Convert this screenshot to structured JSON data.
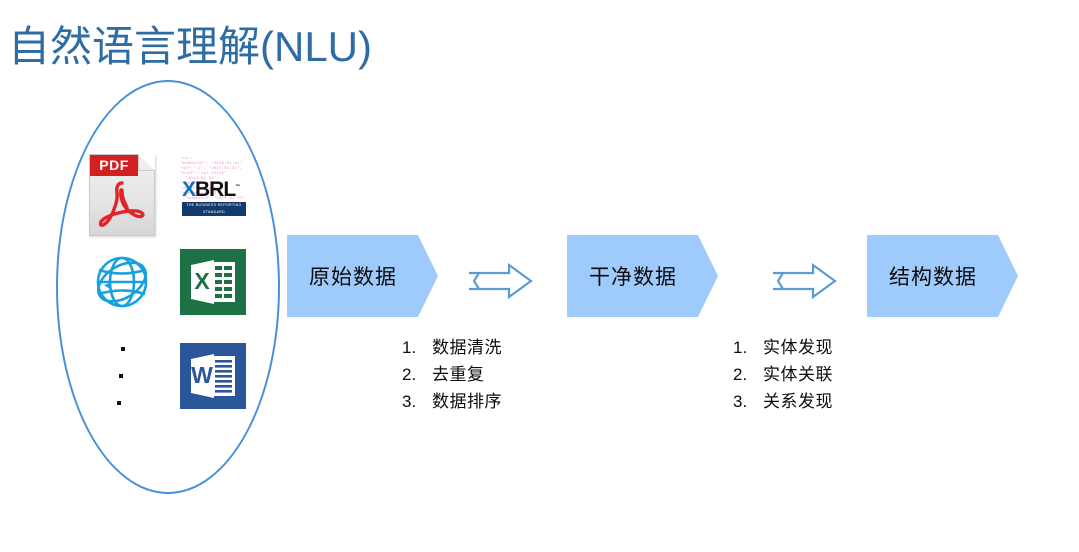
{
  "slide": {
    "title": "自然语言理解(NLU)",
    "title_color": "#2E6DA4",
    "background": "#ffffff"
  },
  "sources": {
    "container_shape": "ellipse-outline",
    "container_color": "#4A90D9",
    "items": [
      {
        "name": "pdf",
        "label": "PDF",
        "colors": {
          "band": "#D32121",
          "body": "#e8e8e8",
          "mark": "#E1242A"
        }
      },
      {
        "name": "xbrl",
        "label": "XBRL",
        "x_letter": "X",
        "rest_letters": "BRL",
        "trademark": "™",
        "tagline": "THE BUSINESS REPORTING STANDARD",
        "noise_text": "\"id\":\n\"memberOf\": \"2019-01-01\"\n\"wd\":\"-1\", \"2015-01-01\",\n\"1ref\":\"val:12345\"\n  \"2014-01-01\"\n\"contextRef\",\n\"unitRef\":\"u-01\"\n\"decimals\":\"-3\",\n  \"numberOf\":\"2014-01-01\"\n   \"val\":\"1245\"",
        "colors": {
          "x": "#0C73BE",
          "text": "#111111",
          "bar": "#123A6B",
          "noise": "#F27DC0"
        }
      },
      {
        "name": "web-globe",
        "label": "Web",
        "colors": {
          "stroke": "#17A0E0"
        }
      },
      {
        "name": "excel",
        "label": "X",
        "colors": {
          "bg": "#1E7145",
          "sheet": "#ffffff"
        }
      },
      {
        "name": "word",
        "label": "W",
        "colors": {
          "bg": "#2B579A",
          "sheet": "#ffffff"
        }
      }
    ],
    "ellipsis": "..."
  },
  "flow": {
    "box_fill": "#9FCAFC",
    "arrow_color": "#5B9BD5",
    "stages": [
      {
        "id": "raw",
        "label": "原始数据"
      },
      {
        "id": "clean",
        "label": "干净数据"
      },
      {
        "id": "structured",
        "label": "结构数据"
      }
    ],
    "arrows": [
      {
        "id": "arrow-raw-to-clean"
      },
      {
        "id": "arrow-clean-to-structured"
      }
    ],
    "lists": [
      {
        "id": "cleaning-steps",
        "items": [
          {
            "num": "1.",
            "text": "数据清洗"
          },
          {
            "num": "2.",
            "text": "去重复"
          },
          {
            "num": "3.",
            "text": "数据排序"
          }
        ]
      },
      {
        "id": "structuring-steps",
        "items": [
          {
            "num": "1.",
            "text": "实体发现"
          },
          {
            "num": "2.",
            "text": "实体关联"
          },
          {
            "num": "3.",
            "text": "关系发现"
          }
        ]
      }
    ]
  }
}
